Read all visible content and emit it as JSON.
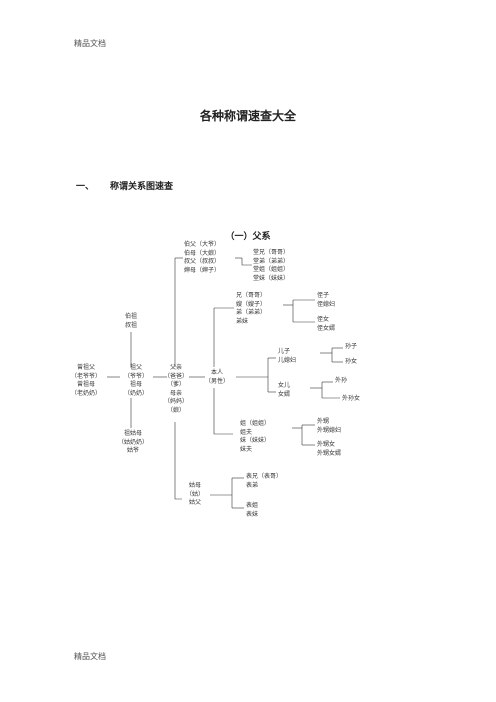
{
  "header": {
    "label": "精品文档"
  },
  "footer": {
    "label": "精品文档"
  },
  "title": "各种称谓速查大全",
  "section": {
    "number": "一、",
    "label": "称谓关系图速查"
  },
  "subsection": "（一）父系",
  "nodes": {
    "gen_top_1": "伯祖",
    "gen_top_2": "叔祖",
    "great_gp_1": "曾祖父",
    "great_gp_2": "（老爷爷）",
    "great_gp_3": "曾祖母",
    "great_gp_4": "（老奶奶）",
    "gp_1": "祖父",
    "gp_2": "（爷爷）",
    "gp_3": "祖母",
    "gp_4": "（奶奶）",
    "aunt_gp_1": "祖姑母",
    "aunt_gp_2": "（姑奶奶）",
    "aunt_gp_3": "姑爷",
    "father_1": "父亲",
    "father_2": "（爸爸）",
    "father_3": "（爹）",
    "father_4": "母亲",
    "father_5": "（妈妈）",
    "father_6": "（娘）",
    "uncles_1": "伯父（大爷）",
    "uncles_2": "伯母（大娘）",
    "uncles_3": "叔父（叔叔）",
    "uncles_4": "婶母（婶子）",
    "cousins_1": "堂兄（哥哥）",
    "cousins_2": "堂弟（弟弟）",
    "cousins_3": "堂姐（姐姐）",
    "cousins_4": "堂妹（妹妹）",
    "self_1": "本人",
    "self_2": "（男性）",
    "siblings_1": "兄（哥哥）",
    "siblings_2": "嫂（嫂子）",
    "siblings_3": "弟（弟弟）",
    "siblings_4": "弟妹",
    "nephew_1": "侄子",
    "nephew_2": "侄媳妇",
    "nephew_3": "侄女",
    "nephew_4": "侄女婿",
    "son_1": "儿子",
    "son_2": "儿媳妇",
    "grandson": "孙子",
    "granddaughter": "孙女",
    "daughter_1": "女儿",
    "daughter_2": "女婿",
    "ext_grandson": "外孙",
    "ext_granddaughter": "外孙女",
    "sisters_1": "姐（姐姐）",
    "sisters_2": "姐夫",
    "sisters_3": "妹（妹妹）",
    "sisters_4": "妹夫",
    "sis_children_1": "外甥",
    "sis_children_2": "外甥媳妇",
    "sis_children_3": "外甥女",
    "sis_children_4": "外甥女婿",
    "paternal_aunt_1": "姑母",
    "paternal_aunt_2": "（姑）",
    "paternal_aunt_3": "姑父",
    "aunt_cousins_1": "表兄（表哥）",
    "aunt_cousins_2": "表弟",
    "aunt_cousins_3": "表姐",
    "aunt_cousins_4": "表妹"
  }
}
